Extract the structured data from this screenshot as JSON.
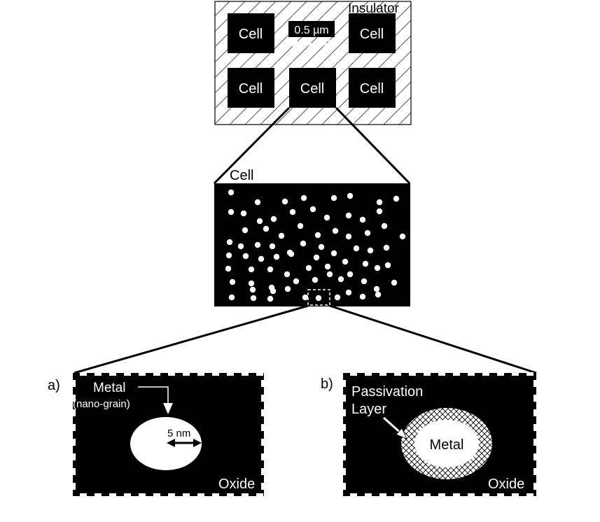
{
  "top_panel": {
    "insulator_label": "Insulator",
    "cell_labels": [
      "Cell",
      "Cell",
      "Cell",
      "Cell",
      "Cell"
    ],
    "spacing_label": "0.5 µm"
  },
  "middle_panel": {
    "title": "Cell"
  },
  "panel_a": {
    "tag": "a)",
    "metal_label": "Metal",
    "metal_sublabel": "(nano-grain)",
    "size_label": "5 nm",
    "oxide_label": "Oxide"
  },
  "panel_b": {
    "tag": "b)",
    "passivation_label_line1": "Passivation",
    "passivation_label_line2": "Layer",
    "metal_label": "Metal",
    "oxide_label": "Oxide"
  },
  "colors": {
    "background": "#ffffff",
    "fill": "#000000",
    "grain": "#ffffff"
  }
}
